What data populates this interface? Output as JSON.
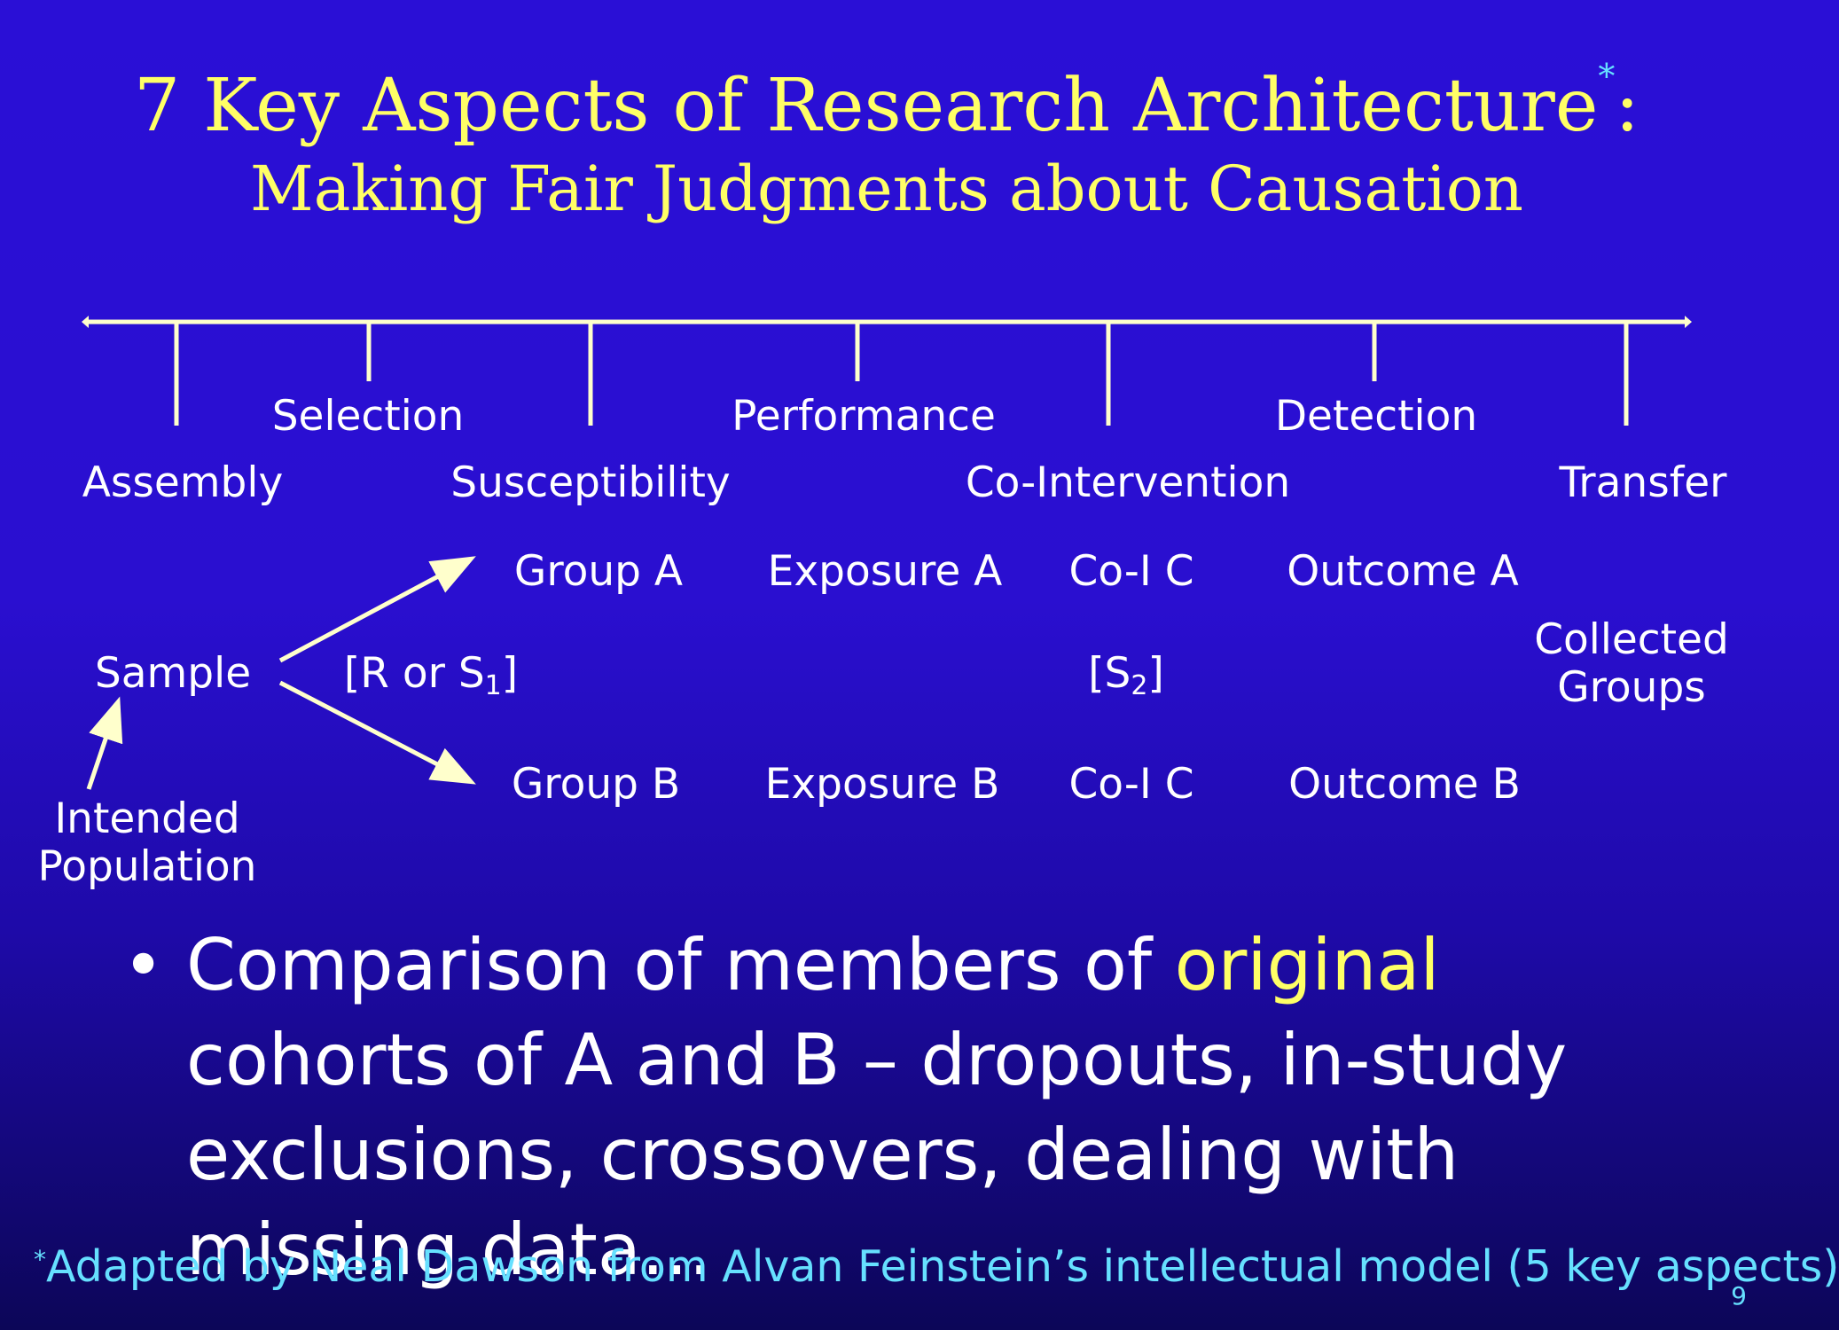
{
  "title": {
    "line1": "7 Key Aspects of Research Architecture",
    "line1_mark": "*",
    "line1_colon": ":",
    "line2": "Making Fair Judgments about Causation"
  },
  "timeline": {
    "upper_labels": {
      "selection": "Selection",
      "performance": "Performance",
      "detection": "Detection"
    },
    "lower_labels": {
      "assembly": "Assembly",
      "susceptibility": "Susceptibility",
      "co_intervention": "Co-Intervention",
      "transfer": "Transfer"
    }
  },
  "flow": {
    "sample": "Sample",
    "randomization": "[R or S",
    "randomization_sub": "1",
    "randomization_end": "]",
    "intended_population": [
      "Intended",
      "Population"
    ],
    "group_a": "Group A",
    "group_b": "Group B",
    "exposure_a": "Exposure A",
    "exposure_b": "Exposure B",
    "coi_a": "Co-I C",
    "coi_b": "Co-I C",
    "s2": "[S",
    "s2_sub": "2",
    "s2_end": "]",
    "outcome_a": "Outcome A",
    "outcome_b": "Outcome B",
    "collected_groups": [
      "Collected",
      "Groups"
    ]
  },
  "bullet": {
    "marker": "•",
    "text_before": "Comparison of members of ",
    "highlight": "original",
    "text_after": " cohorts of A and B – dropouts, in-study exclusions, crossovers, dealing with missing data…"
  },
  "footnote": {
    "mark": "*",
    "text": "Adapted by Neal Dawson from Alvan Feinstein’s intellectual model (5 key aspects)"
  },
  "page_number": "9",
  "colors": {
    "title": "#ffff66",
    "body_text": "#ffffff",
    "lines": "#ffffcc",
    "footnote": "#66e0ff",
    "background_top": "#2a0fd6",
    "background_bottom": "#0c0658"
  }
}
